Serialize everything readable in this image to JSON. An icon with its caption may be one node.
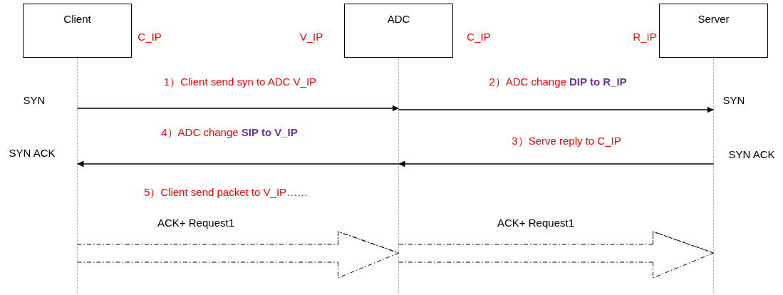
{
  "diagram": {
    "nodes": [
      {
        "text": [
          "Client"
        ]
      },
      {
        "text": [
          "ADC"
        ]
      },
      {
        "text": [
          "Server"
        ]
      }
    ],
    "edges": [
      {
        "from": 0,
        "to": 1,
        "arrow": "to",
        "label": "1）Client send syn to ADC V_IP"
      },
      {
        "from": 1,
        "to": 2,
        "arrow": "to",
        "label": "2）ADC change **DIP to R_IP**"
      },
      {
        "from": 2,
        "to": 1,
        "arrow": "to",
        "label": "3）Serve reply to C_IP"
      },
      {
        "from": 1,
        "to": 0,
        "arrow": "to",
        "label": "4）ADC change **SIP to V_IP**"
      },
      {
        "from": 0,
        "to": 1,
        "arrow": "to",
        "style": "dashed",
        "label": "ACK+ Request1"
      },
      {
        "from": 1,
        "to": 2,
        "arrow": "to",
        "style": "dashed",
        "label": "ACK+ Request1"
      }
    ],
    "labels": [
      "C_IP",
      "V_IP",
      "C_IP",
      "R_IP",
      "SYN",
      "SYN ACK",
      "SYN",
      "SYN ACK",
      "5）Client send packet to V_IP……"
    ]
  }
}
